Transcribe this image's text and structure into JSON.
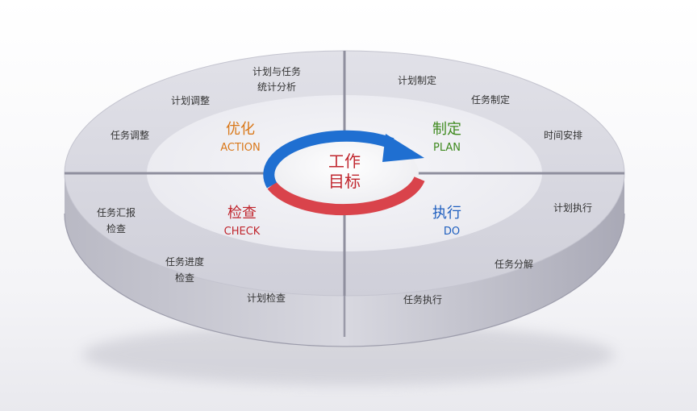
{
  "center": {
    "line1": "工作",
    "line2": "目标"
  },
  "quadrants": {
    "plan": {
      "cn": "制定",
      "en": "PLAN",
      "color": "#3f8a1f",
      "items": [
        "计划制定",
        "任务制定",
        "时间安排"
      ]
    },
    "do": {
      "cn": "执行",
      "en": "DO",
      "color": "#1f5fbf",
      "items": [
        "计划执行",
        "任务分解",
        "任务执行"
      ]
    },
    "check": {
      "cn": "检查",
      "en": "CHECK",
      "color": "#c0262e",
      "items": [
        "任务汇报",
        "检查",
        "任务进度",
        "检查",
        "计划检查"
      ]
    },
    "action": {
      "cn": "优化",
      "en": "ACTION",
      "color": "#d9781a",
      "items": [
        "计划与任务",
        "统计分析",
        "计划调整",
        "任务调整"
      ]
    }
  },
  "colors": {
    "arrow_blue": "#1f6fd1",
    "arrow_red": "#d9434b",
    "text_dark": "#333333"
  }
}
